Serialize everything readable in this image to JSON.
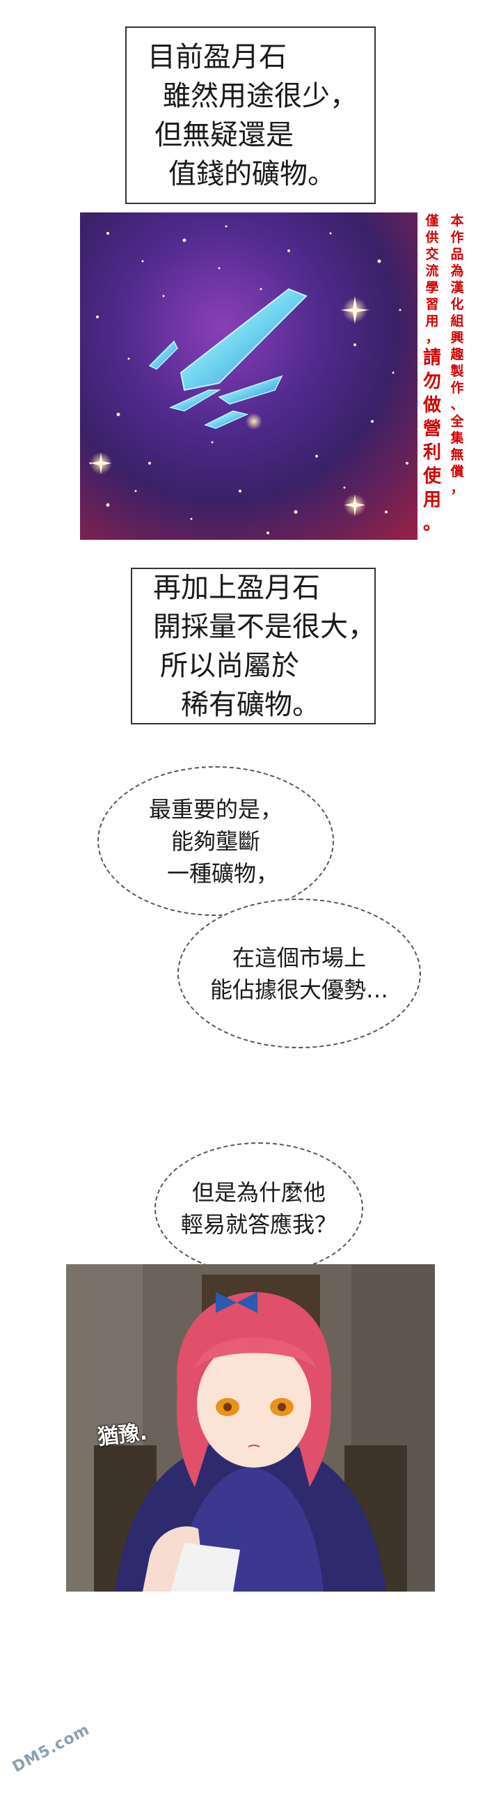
{
  "narration_1": {
    "lines": [
      "目前盈月石",
      "雖然用途很少，",
      "但無疑還是",
      "值錢的礦物。"
    ]
  },
  "narration_2": {
    "lines": [
      "再加上盈月石",
      "開採量不是很大，",
      "所以尚屬於",
      "稀有礦物。"
    ]
  },
  "bubble_1": {
    "lines": [
      "最重要的是，",
      "能夠壟斷",
      "一種礦物，"
    ]
  },
  "bubble_2": {
    "lines": [
      "在這個市場上",
      "能佔據很大優勢…"
    ]
  },
  "bubble_3": {
    "lines": [
      "但是為什麼他",
      "輕易就答應我？"
    ]
  },
  "sfx": {
    "text": "猶豫."
  },
  "translator_note": {
    "col1": "本作品為漢化組興趣製作、全集無償",
    "col1_end": "，",
    "col2": "僅供交流學習用，",
    "col2_big": "請勿做營利使用。"
  },
  "watermark": {
    "text": "DM5.com"
  }
}
